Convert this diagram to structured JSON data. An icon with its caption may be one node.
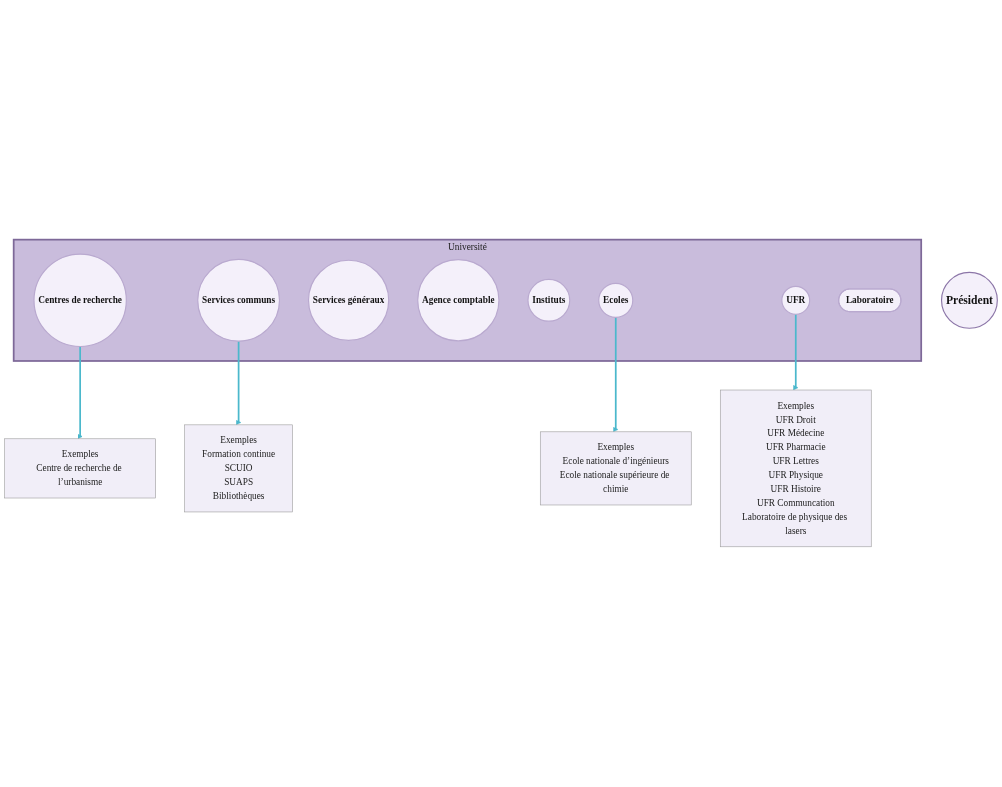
{
  "diagram": {
    "nodes": [
      {
        "text": [
          "Université"
        ]
      },
      {
        "text": [
          "Président"
        ]
      },
      {
        "text": [
          "Centres de recherche"
        ],
        "in": 0
      },
      {
        "text": [
          "Services communs"
        ],
        "in": 0
      },
      {
        "text": [
          "Services généraux"
        ],
        "in": 0
      },
      {
        "text": [
          "Agence comptable"
        ],
        "in": 0
      },
      {
        "text": [
          "Instituts"
        ],
        "in": 0
      },
      {
        "text": [
          "Ecoles"
        ],
        "in": 0
      },
      {
        "text": [
          "UFR"
        ],
        "in": 0
      },
      {
        "text": [
          "Laboratoire"
        ],
        "in": 0
      },
      {
        "text": [
          "Exemples",
          "Centre de recherche de l’urbanisme"
        ]
      },
      {
        "text": [
          "Exemples",
          "Formation continue",
          "SCUIO",
          "SUAPS",
          "Bibliothèques"
        ]
      },
      {
        "text": [
          "Exemples",
          "Ecole nationale d’ingénieurs",
          "Ecole nationale supérieure de chimie"
        ]
      },
      {
        "text": [
          "Exemples",
          "UFR Droit",
          "UFR Médecine",
          "UFR Pharmacie",
          "UFR Lettres",
          "UFR Physique",
          "UFR Histoire",
          "UFR Communcation",
          "Laboratoire de physique des lasers"
        ]
      }
    ],
    "edges": [
      {
        "from": 2,
        "to": 10,
        "arrow": "to"
      },
      {
        "from": 3,
        "to": 11,
        "arrow": "to"
      },
      {
        "from": 7,
        "to": 12,
        "arrow": "to"
      },
      {
        "from": 8,
        "to": 13,
        "arrow": "to"
      }
    ]
  }
}
